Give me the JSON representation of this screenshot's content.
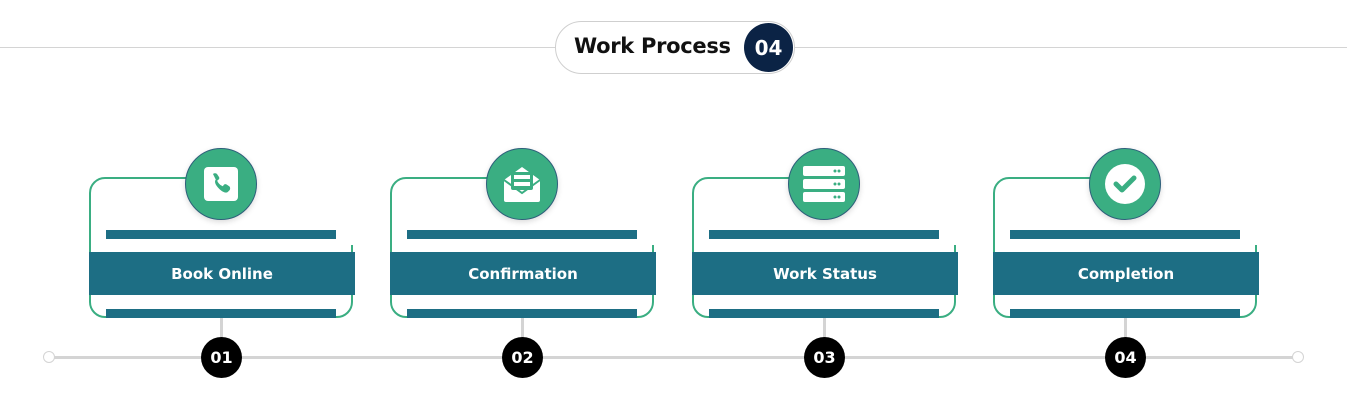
{
  "header": {
    "title": "Work Process",
    "badge": "04"
  },
  "colors": {
    "accent_green": "#3aae82",
    "teal": "#1d6e84",
    "navy": "#0b2345"
  },
  "steps": [
    {
      "label": "Book Online",
      "number": "01",
      "icon": "phone-icon"
    },
    {
      "label": "Confirmation",
      "number": "02",
      "icon": "open-envelope-icon"
    },
    {
      "label": "Work Status",
      "number": "03",
      "icon": "server-stack-icon"
    },
    {
      "label": "Completion",
      "number": "04",
      "icon": "check-circle-icon"
    }
  ]
}
